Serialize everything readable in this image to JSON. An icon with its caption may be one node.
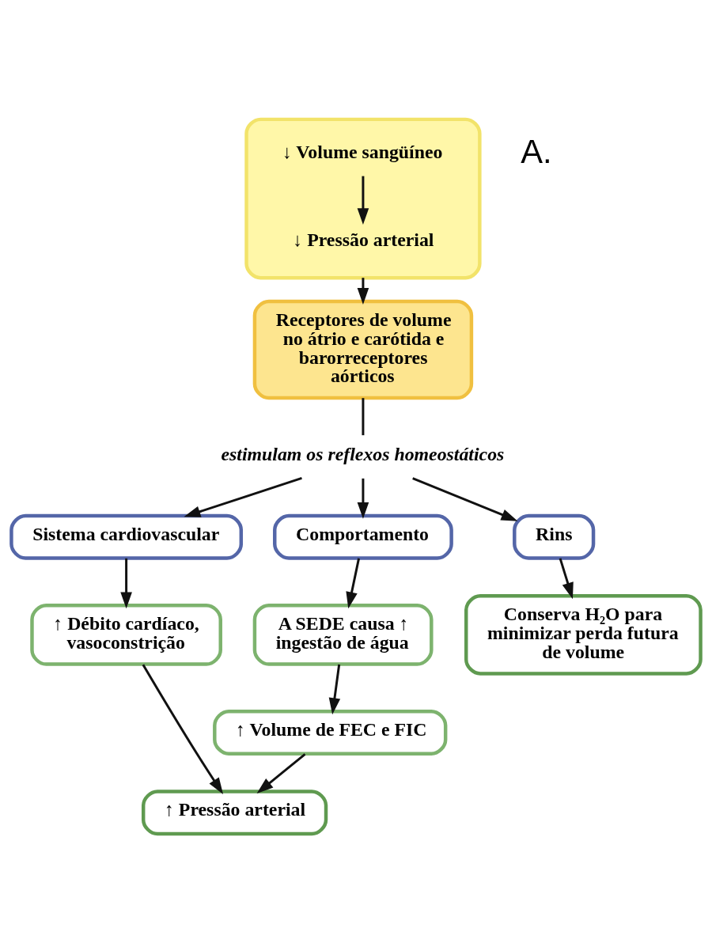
{
  "diagram": {
    "nodes": [
      {
        "text": [],
        "shape": "box"
      },
      {
        "text": [
          "↓ Volume sangüíneo"
        ],
        "in": 0
      },
      {
        "text": [
          "↓ Pressão arterial"
        ],
        "in": 0
      },
      {
        "text": [
          "Receptores de volume no átrio e carótida e barorreceptores aórticos"
        ]
      },
      {
        "text": [
          "estimulam os reflexos homeostáticos"
        ]
      },
      {
        "text": [
          "Sistema cardiovascular"
        ]
      },
      {
        "text": [
          "Comportamento"
        ]
      },
      {
        "text": [
          "Rins"
        ]
      },
      {
        "text": [
          "↑ Débito cardíaco, vasoconstrição"
        ]
      },
      {
        "text": [
          "A SEDE causa ↑ ingestão de água"
        ]
      },
      {
        "text": [
          "↑ Volume de FEC e FIC"
        ]
      },
      {
        "text": [
          "↑ Pressão arterial"
        ]
      },
      {
        "text": [
          "Conserva H₂O para minimizar perda futura de volume"
        ]
      }
    ],
    "edges": [
      {
        "from": 1,
        "to": 2,
        "arrow": "to"
      },
      {
        "from": 0,
        "to": 3,
        "arrow": "to"
      },
      {
        "from": 3,
        "to": 4,
        "arrow": "none"
      },
      {
        "from": 4,
        "to": 5,
        "arrow": "to"
      },
      {
        "from": 4,
        "to": 6,
        "arrow": "to"
      },
      {
        "from": 4,
        "to": 7,
        "arrow": "to"
      },
      {
        "from": 5,
        "to": 8,
        "arrow": "to"
      },
      {
        "from": 6,
        "to": 9,
        "arrow": "to"
      },
      {
        "from": 9,
        "to": 10,
        "arrow": "to"
      },
      {
        "from": 8,
        "to": 11,
        "arrow": "to"
      },
      {
        "from": 10,
        "to": 11,
        "arrow": "to"
      },
      {
        "from": 7,
        "to": 12,
        "arrow": "to"
      }
    ],
    "labels": [
      "A."
    ]
  }
}
